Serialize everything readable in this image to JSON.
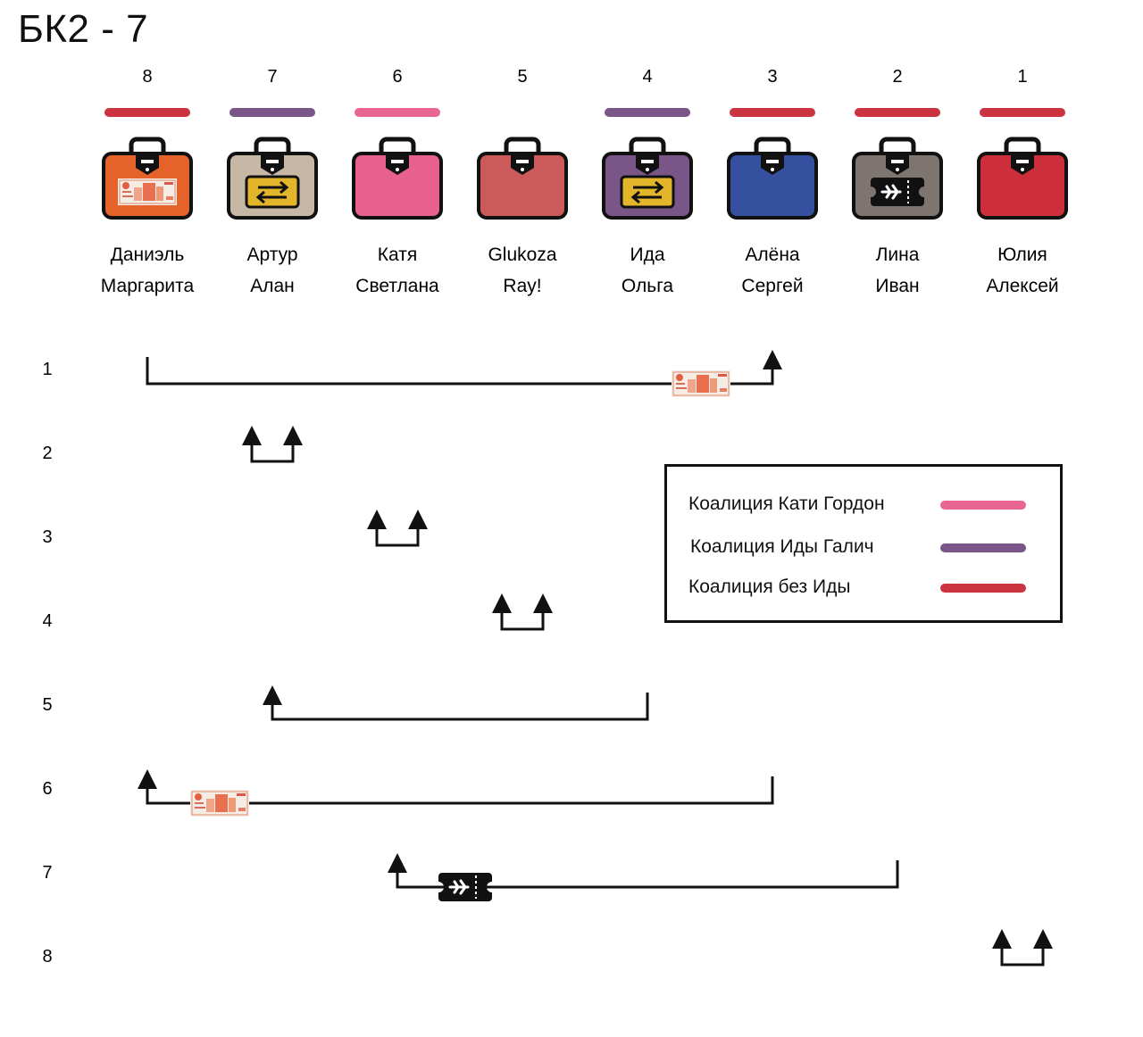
{
  "title": "БК2 - 7",
  "colors": {
    "katya": "#e8668f",
    "ida": "#7a5588",
    "no_ida": "#cc3340"
  },
  "cases": [
    {
      "number": "8",
      "coalition": "no_ida",
      "case_color": "#e5622b",
      "item": "money-icon",
      "names": [
        "Даниэль",
        "Маргарита"
      ]
    },
    {
      "number": "7",
      "coalition": "ida",
      "case_color": "#c7b8a5",
      "item": "swap-icon",
      "names": [
        "Артур",
        "Алан"
      ]
    },
    {
      "number": "6",
      "coalition": "katya",
      "case_color": "#e8608d",
      "item": "",
      "names": [
        "Катя",
        "Светлана"
      ]
    },
    {
      "number": "5",
      "coalition": "",
      "case_color": "#cc5a5a",
      "item": "",
      "names": [
        "Glukoza",
        "Ray!"
      ]
    },
    {
      "number": "4",
      "coalition": "ida",
      "case_color": "#7a5588",
      "item": "swap-icon",
      "names": [
        "Ида",
        "Ольга"
      ]
    },
    {
      "number": "3",
      "coalition": "no_ida",
      "case_color": "#34509e",
      "item": "",
      "names": [
        "Алёна",
        "Сергей"
      ]
    },
    {
      "number": "2",
      "coalition": "no_ida",
      "case_color": "#7f7570",
      "item": "ticket-icon",
      "names": [
        "Лина",
        "Иван"
      ]
    },
    {
      "number": "1",
      "coalition": "no_ida",
      "case_color": "#cc2f3b",
      "item": "",
      "names": [
        "Юлия",
        "Алексей"
      ]
    }
  ],
  "rounds": [
    {
      "label": "1",
      "from_case": "8",
      "to_case": "3",
      "arrow_at": "3",
      "item": "money-icon"
    },
    {
      "label": "2",
      "from_case": "7",
      "to_case": "7",
      "arrow_at": "both",
      "item": ""
    },
    {
      "label": "3",
      "from_case": "6",
      "to_case": "6",
      "arrow_at": "both",
      "item": ""
    },
    {
      "label": "4",
      "from_case": "5",
      "to_case": "5",
      "arrow_at": "both",
      "item": ""
    },
    {
      "label": "5",
      "from_case": "7",
      "to_case": "4",
      "arrow_at": "7",
      "item": ""
    },
    {
      "label": "6",
      "from_case": "8",
      "to_case": "3",
      "arrow_at": "8",
      "item": "money-icon"
    },
    {
      "label": "7",
      "from_case": "6",
      "to_case": "2",
      "arrow_at": "6",
      "item": "ticket-icon"
    },
    {
      "label": "8",
      "from_case": "1",
      "to_case": "1",
      "arrow_at": "both",
      "item": ""
    }
  ],
  "legend": [
    {
      "label": "Коалиция Кати Гордон",
      "color": "#e8668f"
    },
    {
      "label": "Коалиция Иды Галич",
      "color": "#7a5588"
    },
    {
      "label": "Коалиция без Иды",
      "color": "#cc3340"
    }
  ]
}
